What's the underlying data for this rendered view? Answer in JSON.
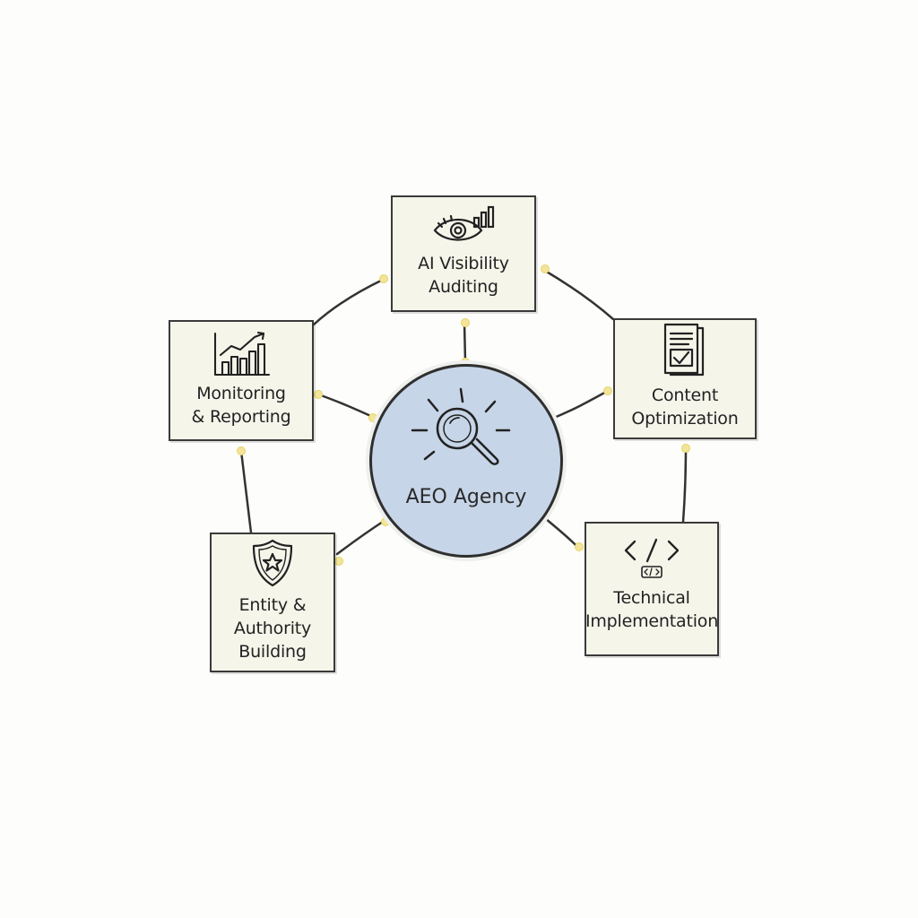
{
  "hub": {
    "label": "AEO Agency",
    "icon": "magnifying-glass-icon"
  },
  "nodes": [
    {
      "id": "ai-visibility-auditing",
      "lines": [
        "AI Visibility",
        "Auditing"
      ],
      "icon": "eye-chart-icon"
    },
    {
      "id": "content-optimization",
      "lines": [
        "Content",
        "Optimization"
      ],
      "icon": "document-check-icon"
    },
    {
      "id": "technical-implementation",
      "lines": [
        "Technical",
        "Implementation"
      ],
      "icon": "code-icon"
    },
    {
      "id": "entity-authority-building",
      "lines": [
        "Entity &",
        "Authority",
        "Building"
      ],
      "icon": "shield-star-icon"
    },
    {
      "id": "monitoring-reporting",
      "lines": [
        "Monitoring",
        "& Reporting"
      ],
      "icon": "bar-chart-growth-icon"
    }
  ],
  "colors": {
    "hub_fill": "#c6d5e7",
    "box_fill": "#f6f5ea",
    "stroke": "#3a3a3a",
    "connector_dot": "#f2e59a"
  }
}
